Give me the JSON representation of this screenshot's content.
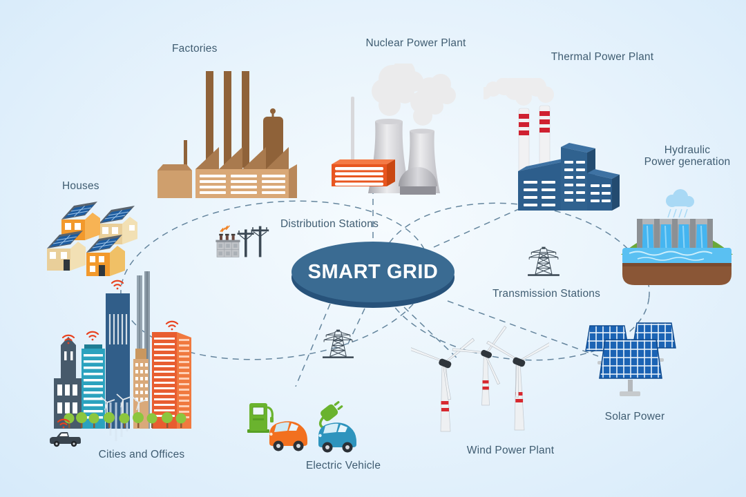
{
  "title": {
    "text": "SMART GRID"
  },
  "nodes": {
    "factories": {
      "label": "Factories"
    },
    "nuclear": {
      "label": "Nuclear Power Plant"
    },
    "thermal": {
      "label": "Thermal Power Plant"
    },
    "hydraulic": {
      "label": "Hydraulic",
      "label2": "Power generation"
    },
    "houses": {
      "label": "Houses"
    },
    "distribution": {
      "label": "Distribution Stations"
    },
    "transmission": {
      "label": "Transmission Stations"
    },
    "cities": {
      "label": "Cities and Offices"
    },
    "ev": {
      "label": "Electric Vehicle"
    },
    "wind": {
      "label": "Wind Power Plant"
    },
    "solar": {
      "label": "Solar Power"
    }
  },
  "icons": {
    "hub": "smart-grid-ellipse",
    "list": [
      "factory-icon",
      "nuclear-plant-icon",
      "thermal-plant-icon",
      "hydro-dam-icon",
      "rain-cloud-icon",
      "houses-icon",
      "city-buildings-icon",
      "wifi-icon",
      "car-icon",
      "charging-station-icon",
      "plug-icon",
      "electric-cars-icon",
      "wind-turbines-icon",
      "solar-panels-icon",
      "distribution-station-icon",
      "transmission-tower-icon"
    ]
  },
  "colors": {
    "background_center": "#f6fbfe",
    "background_edge": "#d6eafa",
    "hub_fill": "#3a6b92",
    "hub_rim": "#27527a",
    "hub_text": "#ffffff",
    "label_text": "#3f5c71",
    "dashed_line": "#5d7f98",
    "wifi_red": "#e8421f",
    "ev_green": "#6ab32e",
    "thermal_blue": "#2d5e8c",
    "nuclear_orange": "#e8561f",
    "factory_brown": "#d9a877",
    "solar_blue": "#1b63b4",
    "water_blue": "#45b5f0",
    "stripe_red": "#cf2030"
  }
}
